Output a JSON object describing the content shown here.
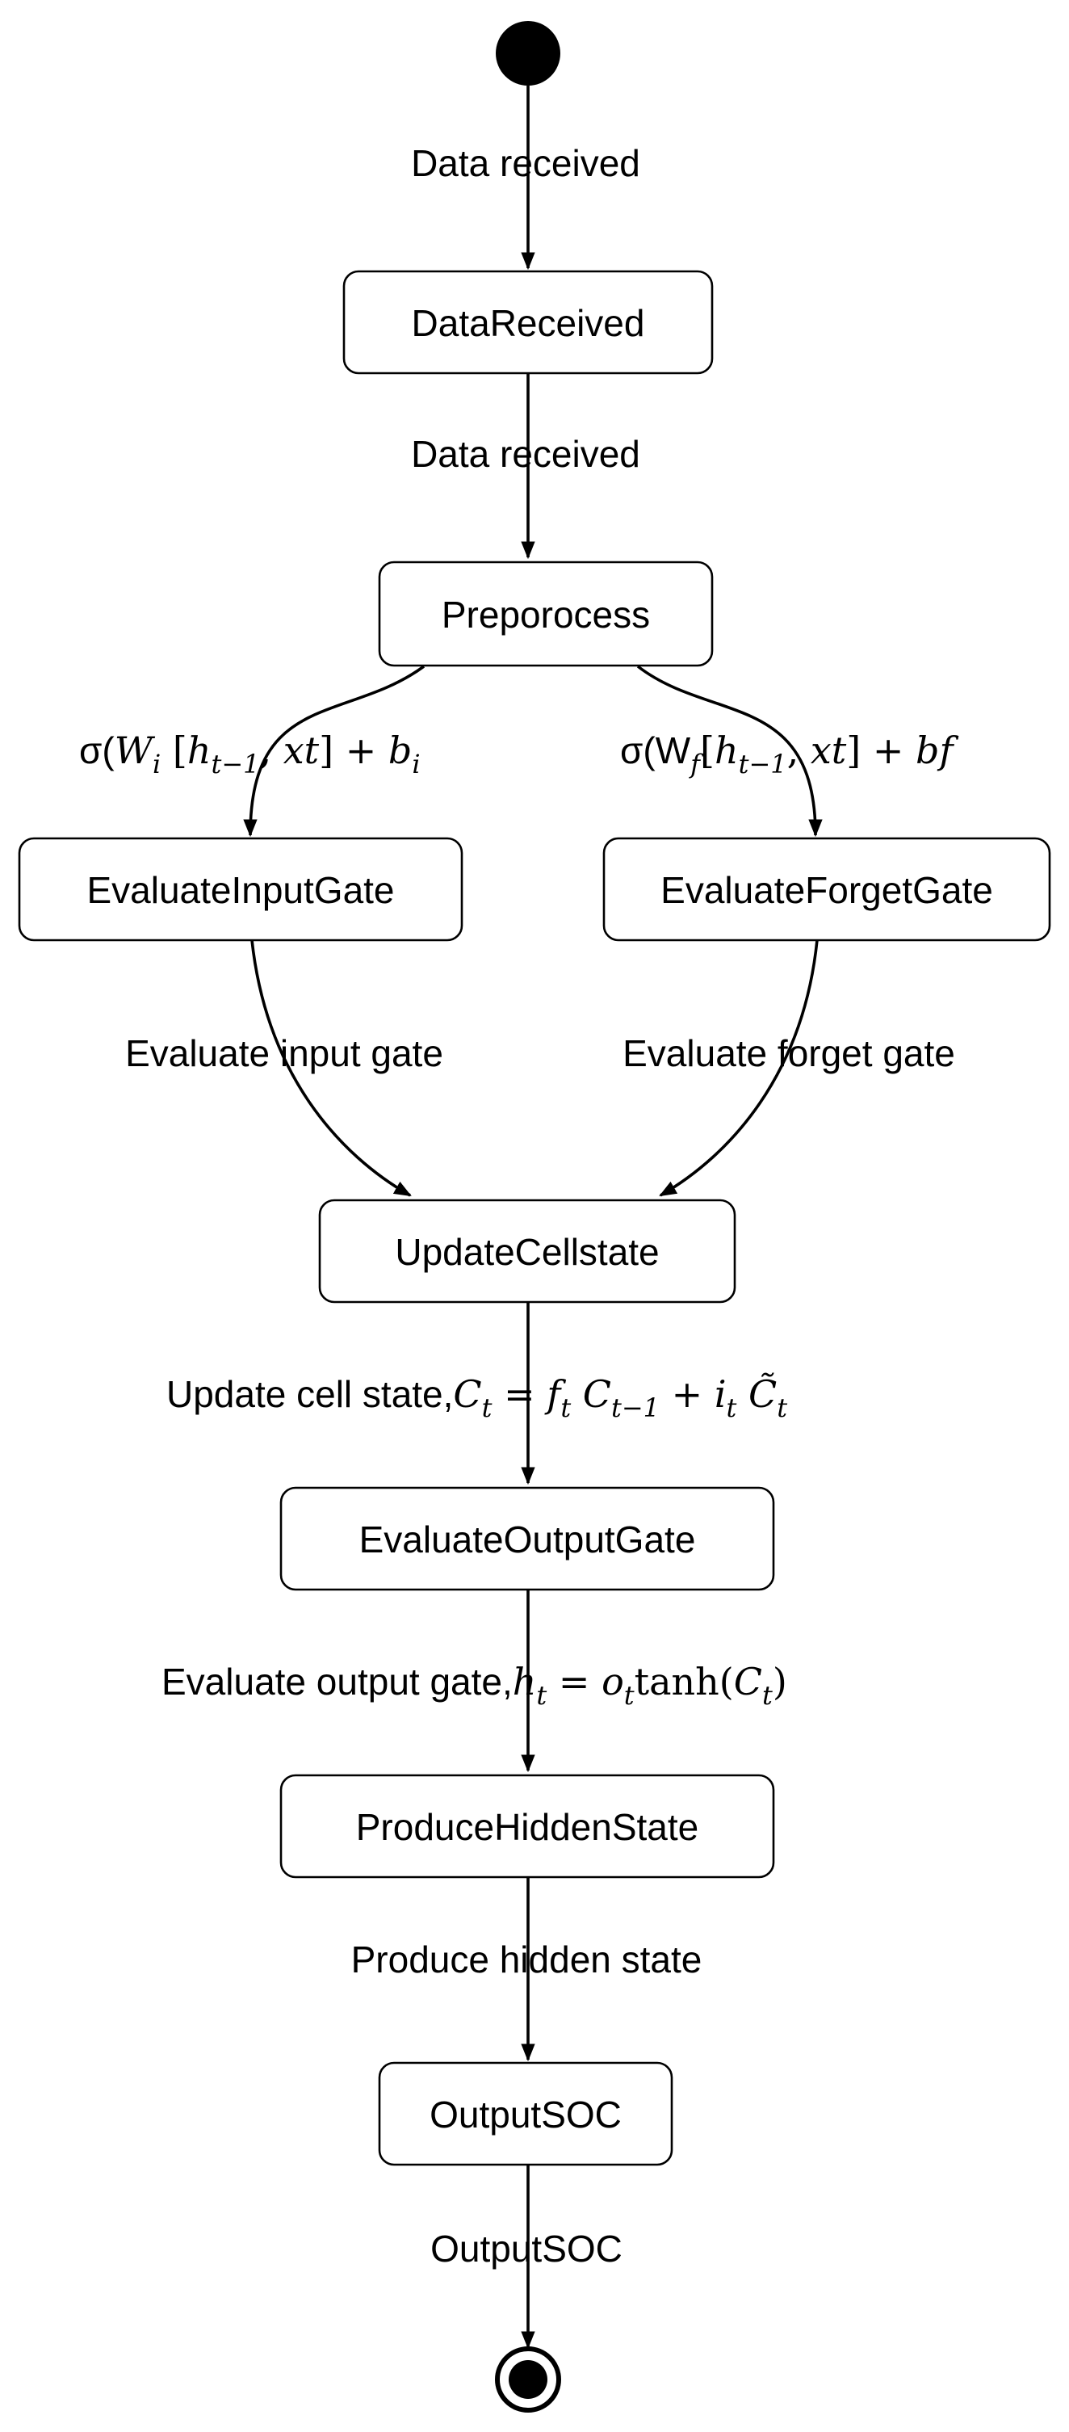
{
  "nodes": {
    "data_received": "DataReceived",
    "preprocess": "Preporocess",
    "input_gate": "EvaluateInputGate",
    "forget_gate": "EvaluateForgetGate",
    "update_cell": "UpdateCellstate",
    "output_gate": "EvaluateOutputGate",
    "hidden_state": "ProduceHiddenState",
    "output_soc": "OutputSOC"
  },
  "edges": {
    "start_to_data": "Data received",
    "data_to_preprocess": "Data received",
    "to_input_gate": "σ(W_i [h_{t-1}, xt] + b_i",
    "to_forget_gate": "σ(W_f[h_{t-1}, xt] + bf",
    "input_to_update": "Evaluate input gate",
    "forget_to_update": "Evaluate forget gate",
    "update_to_output": "Update cell state, C_t = f_t C_{t-1} + i_t C̃_t",
    "output_to_hidden": "Evaluate output gate, h_t = o_t tanh(C_t)",
    "hidden_to_soc": "Produce hidden state",
    "soc_to_end": "OutputSOC"
  }
}
